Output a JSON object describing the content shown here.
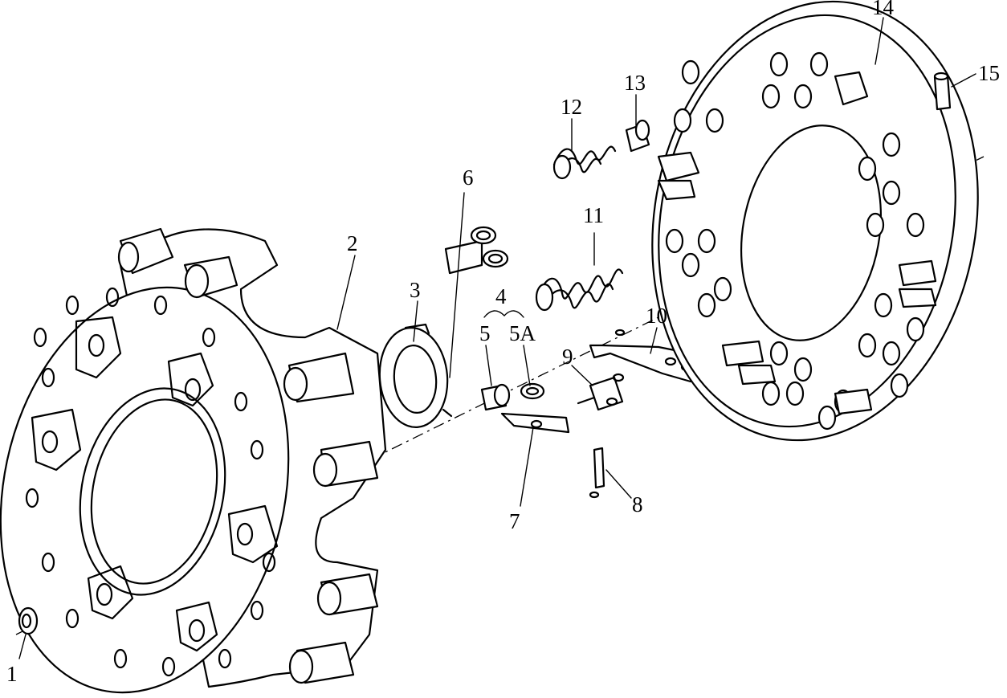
{
  "callouts": {
    "c1": "1",
    "c2": "2",
    "c3": "3",
    "c4": "4",
    "c5": "5",
    "c5a": "5A",
    "c6": "6",
    "c7": "7",
    "c8": "8",
    "c9": "9",
    "c10": "10",
    "c11": "11",
    "c12": "12",
    "c13": "13",
    "c14": "14",
    "c15": "15"
  }
}
